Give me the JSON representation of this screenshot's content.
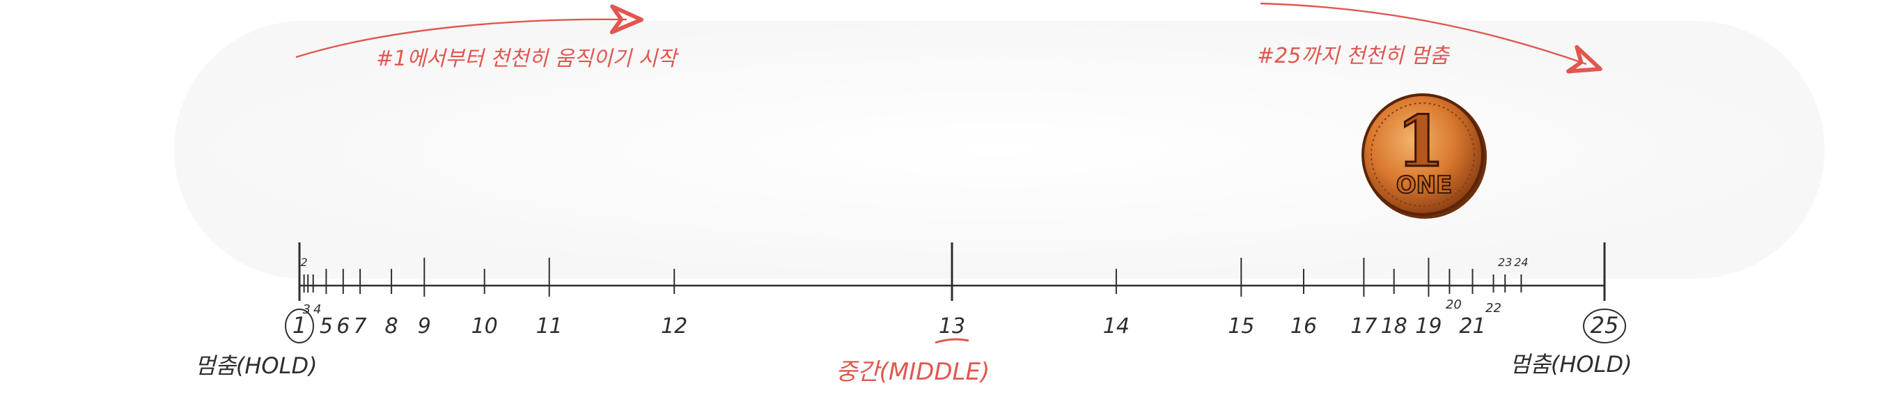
{
  "annotations": {
    "start_note": "#1에서부터 천천히 움직이기 시작",
    "end_note": "#25까지 천천히 멈춤"
  },
  "coin": {
    "numeral": "1",
    "word": "ONE"
  },
  "labels": {
    "left": "멈춤(HOLD)",
    "middle": "중간(MIDDLE)",
    "right": "멈춤(HOLD)"
  },
  "ticks": [
    {
      "n": "1",
      "pos": 0.0,
      "size": "tall",
      "circled": true
    },
    {
      "n": "2",
      "pos": 0.0035,
      "size": "tiny",
      "label": "upper"
    },
    {
      "n": "3",
      "pos": 0.0065,
      "size": "tiny"
    },
    {
      "n": "4",
      "pos": 0.0105,
      "size": "tiny"
    },
    {
      "n": "5",
      "pos": 0.0205,
      "size": "short"
    },
    {
      "n": "6",
      "pos": 0.0335,
      "size": "short"
    },
    {
      "n": "7",
      "pos": 0.0465,
      "size": "short"
    },
    {
      "n": "8",
      "pos": 0.0705,
      "size": "short"
    },
    {
      "n": "9",
      "pos": 0.0957,
      "size": "medium"
    },
    {
      "n": "10",
      "pos": 0.1418,
      "size": "short"
    },
    {
      "n": "11",
      "pos": 0.1914,
      "size": "medium"
    },
    {
      "n": "12",
      "pos": 0.2872,
      "size": "short"
    },
    {
      "n": "13",
      "pos": 0.5,
      "size": "tall",
      "underline": true
    },
    {
      "n": "14",
      "pos": 0.6259,
      "size": "short"
    },
    {
      "n": "15",
      "pos": 0.7216,
      "size": "medium"
    },
    {
      "n": "16",
      "pos": 0.7695,
      "size": "short"
    },
    {
      "n": "17",
      "pos": 0.8156,
      "size": "medium"
    },
    {
      "n": "18",
      "pos": 0.8387,
      "size": "short"
    },
    {
      "n": "19",
      "pos": 0.8652,
      "size": "medium"
    },
    {
      "n": "20",
      "pos": 0.8812,
      "size": "short"
    },
    {
      "n": "21",
      "pos": 0.8989,
      "size": "short"
    },
    {
      "n": "22",
      "pos": 0.9149,
      "size": "tiny"
    },
    {
      "n": "23",
      "pos": 0.9238,
      "size": "tiny",
      "label": "upper"
    },
    {
      "n": "24",
      "pos": 0.9362,
      "size": "tiny",
      "label": "upper"
    },
    {
      "n": "25",
      "pos": 1.0,
      "size": "tall",
      "circled": true
    }
  ],
  "colors": {
    "ink": "#2e2e2e",
    "accent": "#e0574f",
    "coin_base": "#d9782e",
    "coin_dark": "#8a3d12",
    "coin_light": "#f2b46a"
  }
}
